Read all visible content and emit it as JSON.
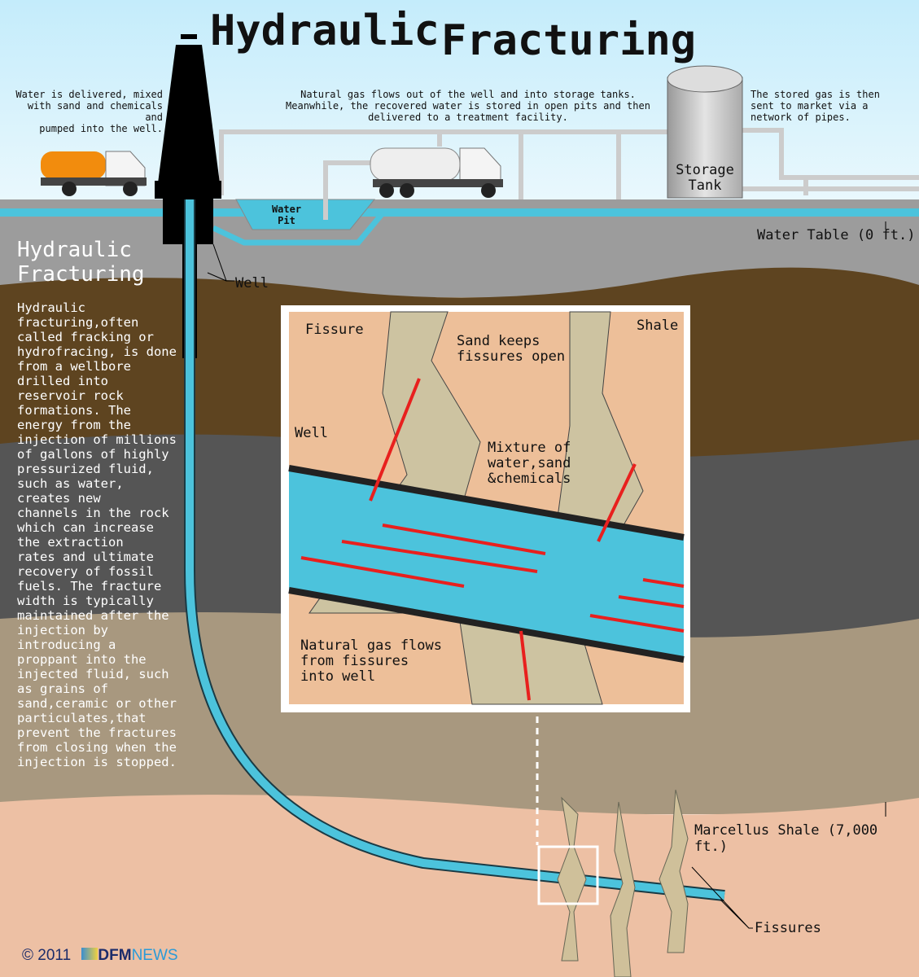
{
  "title": {
    "part1": "Hydraulic",
    "part2": "Fracturing"
  },
  "captions": {
    "water_delivery": "Water is delivered, mixed\nwith sand and chemicals and\npumped into the well.",
    "gas_flow": "Natural gas flows out of the well and into storage tanks.\nMeanwhile, the recovered water is stored in open pits and then\ndelivered to a treatment facility.",
    "market": "The stored gas is then\nsent to market via a\nnetwork of pipes."
  },
  "labels": {
    "storage_tank": "Storage\nTank",
    "water_pit": "Water\nPit",
    "water_table": "Water Table (0 ft.)",
    "well": "Well",
    "marcellus": "Marcellus Shale (7,000 ft.)",
    "fissures": "Fissures"
  },
  "sidebar": {
    "heading": "Hydraulic\nFracturing",
    "body": "Hydraulic\nfracturing,often\ncalled fracking or\nhydrofracing, is done\nfrom a wellbore\ndrilled into\nreservoir rock\nformations. The\nenergy from the\ninjection of millions\nof gallons of highly\npressurized fluid,\nsuch as water,\ncreates new\nchannels in the rock\nwhich can increase\nthe extraction\nrates and ultimate\nrecovery of fossil\nfuels. The fracture\nwidth is typically\nmaintained after the\ninjection by\nintroducing a\nproppant into the\ninjected fluid, such\nas grains of\nsand,ceramic or other\nparticulates,that\nprevent the fractures\nfrom closing when the\ninjection is stopped."
  },
  "inset": {
    "fissure": "Fissure",
    "shale": "Shale",
    "sand": "Sand keeps\nfissures open",
    "well": "Well",
    "mixture": "Mixture of\nwater,sand\n&chemicals",
    "gas_flow": "Natural gas flows\nfrom fissures\ninto well"
  },
  "footer": {
    "copyright": "© 2011",
    "logo_dfm": "DFM",
    "logo_news": "NEWS"
  },
  "colors": {
    "fluid": "#4cc3dc",
    "arrow": "#e8201e",
    "sky": "#cdeefb"
  }
}
